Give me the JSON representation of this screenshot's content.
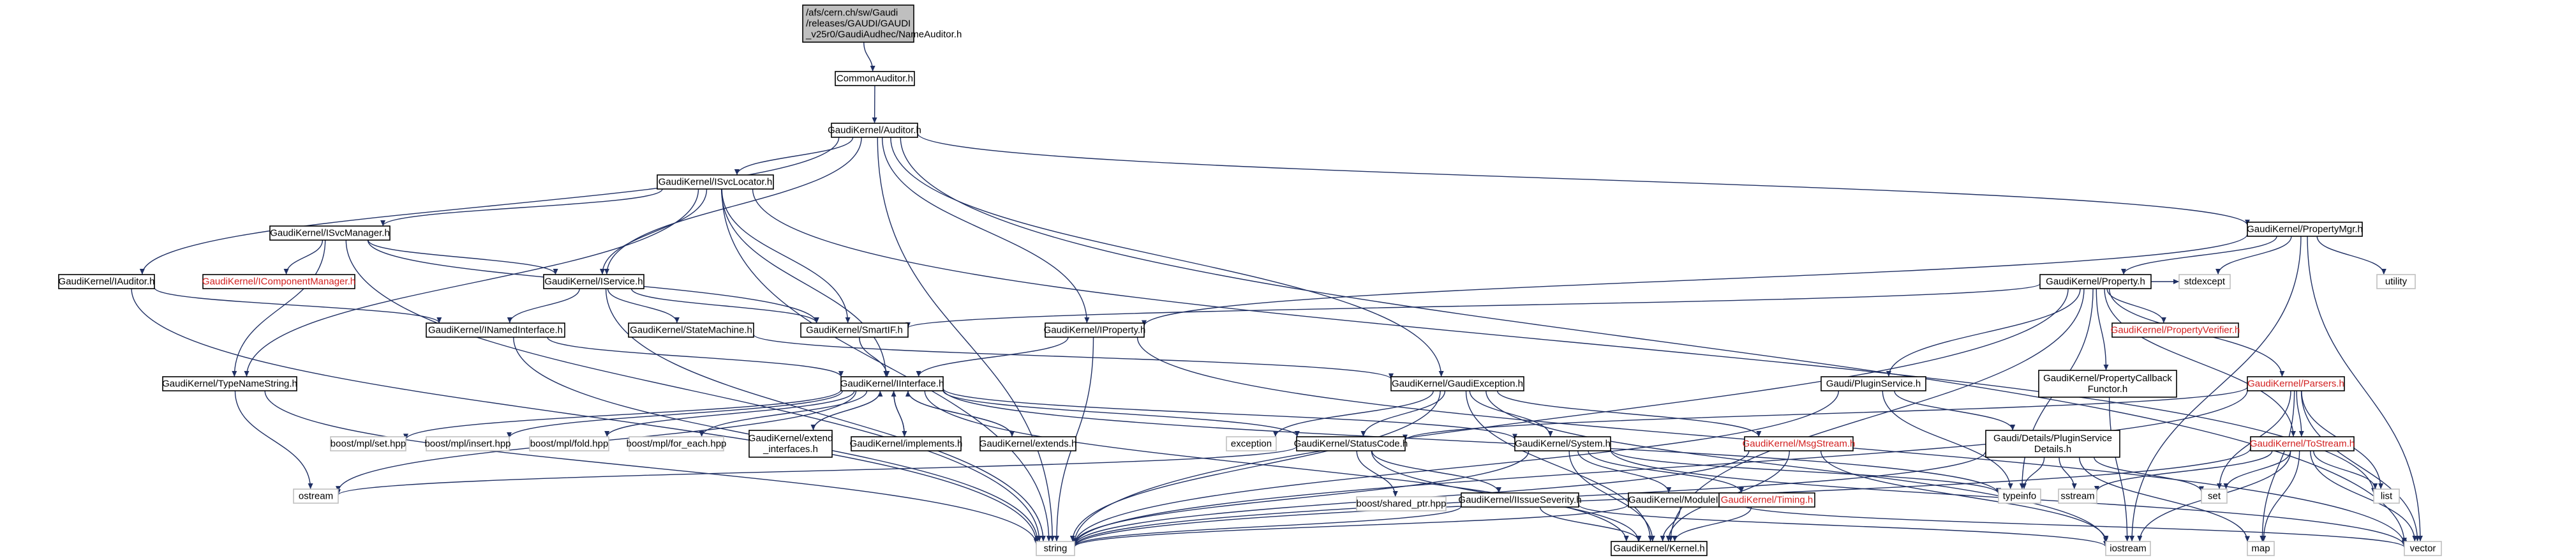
{
  "diagram": {
    "kind": "include dependency graph",
    "nodes": [
      {
        "id": "root",
        "lines": [
          "/afs/cern.ch/sw/Gaudi",
          "/releases/GAUDI/GAUDI",
          "_v25r0/GaudiAudhec/NameAuditor.h"
        ],
        "style": "root"
      },
      {
        "id": "commonauditor",
        "lines": [
          "CommonAuditor.h"
        ],
        "style": "normal"
      },
      {
        "id": "auditor",
        "lines": [
          "GaudiKernel/Auditor.h"
        ],
        "style": "normal"
      },
      {
        "id": "isvclocator",
        "lines": [
          "GaudiKernel/ISvcLocator.h"
        ],
        "style": "normal"
      },
      {
        "id": "propertymgr",
        "lines": [
          "GaudiKernel/PropertyMgr.h"
        ],
        "style": "normal"
      },
      {
        "id": "isvcmanager",
        "lines": [
          "GaudiKernel/ISvcManager.h"
        ],
        "style": "normal"
      },
      {
        "id": "icomponentmanager",
        "lines": [
          "GaudiKernel/IComponentManager.h"
        ],
        "style": "red"
      },
      {
        "id": "iauditor",
        "lines": [
          "GaudiKernel/IAuditor.h"
        ],
        "style": "normal"
      },
      {
        "id": "iservice",
        "lines": [
          "GaudiKernel/IService.h"
        ],
        "style": "normal"
      },
      {
        "id": "inamedinterface",
        "lines": [
          "GaudiKernel/INamedInterface.h"
        ],
        "style": "normal"
      },
      {
        "id": "statemachine",
        "lines": [
          "GaudiKernel/StateMachine.h"
        ],
        "style": "normal"
      },
      {
        "id": "smartif",
        "lines": [
          "GaudiKernel/SmartIF.h"
        ],
        "style": "normal"
      },
      {
        "id": "iproperty",
        "lines": [
          "GaudiKernel/IProperty.h"
        ],
        "style": "normal"
      },
      {
        "id": "property",
        "lines": [
          "GaudiKernel/Property.h"
        ],
        "style": "normal"
      },
      {
        "id": "propertyverifier",
        "lines": [
          "GaudiKernel/PropertyVerifier.h"
        ],
        "style": "red"
      },
      {
        "id": "stdexcept",
        "lines": [
          "stdexcept"
        ],
        "style": "ext"
      },
      {
        "id": "utility",
        "lines": [
          "utility"
        ],
        "style": "ext"
      },
      {
        "id": "typenamestring",
        "lines": [
          "GaudiKernel/TypeNameString.h"
        ],
        "style": "normal"
      },
      {
        "id": "iinterface",
        "lines": [
          "GaudiKernel/IInterface.h"
        ],
        "style": "normal"
      },
      {
        "id": "gaudiexception",
        "lines": [
          "GaudiKernel/GaudiException.h"
        ],
        "style": "normal"
      },
      {
        "id": "pluginservice",
        "lines": [
          "Gaudi/PluginService.h"
        ],
        "style": "normal"
      },
      {
        "id": "propertycallback",
        "lines": [
          "GaudiKernel/PropertyCallback",
          "Functor.h"
        ],
        "style": "normal"
      },
      {
        "id": "parsers",
        "lines": [
          "GaudiKernel/Parsers.h"
        ],
        "style": "red"
      },
      {
        "id": "boostset",
        "lines": [
          "boost/mpl/set.hpp"
        ],
        "style": "ext"
      },
      {
        "id": "boostinsert",
        "lines": [
          "boost/mpl/insert.hpp"
        ],
        "style": "ext"
      },
      {
        "id": "boostfold",
        "lines": [
          "boost/mpl/fold.hpp"
        ],
        "style": "ext"
      },
      {
        "id": "boostforeach",
        "lines": [
          "boost/mpl/for_each.hpp"
        ],
        "style": "ext"
      },
      {
        "id": "extendinterfaces",
        "lines": [
          "GaudiKernel/extend",
          "_interfaces.h"
        ],
        "style": "normal"
      },
      {
        "id": "implements",
        "lines": [
          "GaudiKernel/implements.h"
        ],
        "style": "normal"
      },
      {
        "id": "extends",
        "lines": [
          "GaudiKernel/extends.h"
        ],
        "style": "normal"
      },
      {
        "id": "exception",
        "lines": [
          "exception"
        ],
        "style": "ext"
      },
      {
        "id": "statuscode",
        "lines": [
          "GaudiKernel/StatusCode.h"
        ],
        "style": "normal"
      },
      {
        "id": "system",
        "lines": [
          "GaudiKernel/System.h"
        ],
        "style": "normal"
      },
      {
        "id": "msgstream",
        "lines": [
          "GaudiKernel/MsgStream.h"
        ],
        "style": "red"
      },
      {
        "id": "pluginservicedetails",
        "lines": [
          "Gaudi/Details/PluginService",
          "Details.h"
        ],
        "style": "normal"
      },
      {
        "id": "tostream",
        "lines": [
          "GaudiKernel/ToStream.h"
        ],
        "style": "red"
      },
      {
        "id": "ostream",
        "lines": [
          "ostream"
        ],
        "style": "ext"
      },
      {
        "id": "boostsharedptr",
        "lines": [
          "boost/shared_ptr.hpp"
        ],
        "style": "ext"
      },
      {
        "id": "iissueseverity",
        "lines": [
          "GaudiKernel/IIssueSeverity.h"
        ],
        "style": "normal"
      },
      {
        "id": "moduleinfo",
        "lines": [
          "GaudiKernel/ModuleInfo.h"
        ],
        "style": "normal"
      },
      {
        "id": "timing",
        "lines": [
          "GaudiKernel/Timing.h"
        ],
        "style": "red"
      },
      {
        "id": "typeinfo",
        "lines": [
          "typeinfo"
        ],
        "style": "ext"
      },
      {
        "id": "sstream",
        "lines": [
          "sstream"
        ],
        "style": "ext"
      },
      {
        "id": "set",
        "lines": [
          "set"
        ],
        "style": "ext"
      },
      {
        "id": "list",
        "lines": [
          "list"
        ],
        "style": "ext"
      },
      {
        "id": "string",
        "lines": [
          "string"
        ],
        "style": "ext"
      },
      {
        "id": "kernel",
        "lines": [
          "GaudiKernel/Kernel.h"
        ],
        "style": "normal"
      },
      {
        "id": "iostream",
        "lines": [
          "iostream"
        ],
        "style": "ext"
      },
      {
        "id": "map",
        "lines": [
          "map"
        ],
        "style": "ext"
      },
      {
        "id": "vector",
        "lines": [
          "vector"
        ],
        "style": "ext"
      }
    ],
    "edges": [
      [
        "root",
        "commonauditor"
      ],
      [
        "commonauditor",
        "auditor"
      ],
      [
        "auditor",
        "isvclocator"
      ],
      [
        "auditor",
        "iauditor"
      ],
      [
        "auditor",
        "iservice"
      ],
      [
        "auditor",
        "iproperty"
      ],
      [
        "auditor",
        "propertymgr"
      ],
      [
        "auditor",
        "gaudiexception"
      ],
      [
        "auditor",
        "string"
      ],
      [
        "auditor",
        "vector"
      ],
      [
        "isvclocator",
        "isvcmanager"
      ],
      [
        "isvclocator",
        "iinterface"
      ],
      [
        "isvclocator",
        "smartif"
      ],
      [
        "isvclocator",
        "typenamestring"
      ],
      [
        "isvclocator",
        "string"
      ],
      [
        "isvclocator",
        "iservice"
      ],
      [
        "isvclocator",
        "list"
      ],
      [
        "isvcmanager",
        "icomponentmanager"
      ],
      [
        "isvcmanager",
        "iservice"
      ],
      [
        "isvcmanager",
        "typenamestring"
      ],
      [
        "isvcmanager",
        "smartif"
      ],
      [
        "isvcmanager",
        "string"
      ],
      [
        "iauditor",
        "inamedinterface"
      ],
      [
        "iauditor",
        "string"
      ],
      [
        "iservice",
        "inamedinterface"
      ],
      [
        "iservice",
        "statemachine"
      ],
      [
        "iservice",
        "smartif"
      ],
      [
        "iservice",
        "string"
      ],
      [
        "inamedinterface",
        "iinterface"
      ],
      [
        "inamedinterface",
        "string"
      ],
      [
        "statemachine",
        "gaudiexception"
      ],
      [
        "smartif",
        "iinterface"
      ],
      [
        "iproperty",
        "iinterface"
      ],
      [
        "iproperty",
        "string"
      ],
      [
        "iproperty",
        "vector"
      ],
      [
        "propertymgr",
        "property"
      ],
      [
        "propertymgr",
        "iproperty"
      ],
      [
        "propertymgr",
        "stdexcept"
      ],
      [
        "propertymgr",
        "utility"
      ],
      [
        "propertymgr",
        "vector"
      ],
      [
        "propertymgr",
        "iostream"
      ],
      [
        "property",
        "smartif"
      ],
      [
        "property",
        "propertyverifier"
      ],
      [
        "property",
        "propertycallback"
      ],
      [
        "property",
        "parsers"
      ],
      [
        "property",
        "stdexcept"
      ],
      [
        "property",
        "typeinfo"
      ],
      [
        "property",
        "string"
      ],
      [
        "property",
        "kernel"
      ],
      [
        "property",
        "tostream"
      ],
      [
        "property",
        "pluginservice"
      ],
      [
        "typenamestring",
        "string"
      ],
      [
        "typenamestring",
        "ostream"
      ],
      [
        "iinterface",
        "boostset"
      ],
      [
        "iinterface",
        "boostinsert"
      ],
      [
        "iinterface",
        "boostfold"
      ],
      [
        "iinterface",
        "boostforeach"
      ],
      [
        "iinterface",
        "extendinterfaces"
      ],
      [
        "iinterface",
        "implements"
      ],
      [
        "iinterface",
        "extends"
      ],
      [
        "iinterface",
        "statuscode"
      ],
      [
        "iinterface",
        "system"
      ],
      [
        "iinterface",
        "ostream"
      ],
      [
        "iinterface",
        "kernel"
      ],
      [
        "iinterface",
        "typeinfo"
      ],
      [
        "extendinterfaces",
        "iinterface"
      ],
      [
        "implements",
        "iinterface"
      ],
      [
        "extends",
        "iinterface"
      ],
      [
        "gaudiexception",
        "exception"
      ],
      [
        "gaudiexception",
        "statuscode"
      ],
      [
        "gaudiexception",
        "system"
      ],
      [
        "gaudiexception",
        "msgstream"
      ],
      [
        "gaudiexception",
        "string"
      ],
      [
        "gaudiexception",
        "kernel"
      ],
      [
        "gaudiexception",
        "iostream"
      ],
      [
        "pluginservice",
        "pluginservicedetails"
      ],
      [
        "pluginservice",
        "typeinfo"
      ],
      [
        "pluginservice",
        "string"
      ],
      [
        "propertycallback",
        "iostream"
      ],
      [
        "parsers",
        "tostream"
      ],
      [
        "parsers",
        "statuscode"
      ],
      [
        "parsers",
        "set"
      ],
      [
        "parsers",
        "list"
      ],
      [
        "parsers",
        "vector"
      ],
      [
        "parsers",
        "map"
      ],
      [
        "parsers",
        "string"
      ],
      [
        "statuscode",
        "ostream"
      ],
      [
        "statuscode",
        "boostsharedptr"
      ],
      [
        "statuscode",
        "iissueseverity"
      ],
      [
        "statuscode",
        "kernel"
      ],
      [
        "system",
        "kernel"
      ],
      [
        "system",
        "moduleinfo"
      ],
      [
        "system",
        "timing"
      ],
      [
        "system",
        "typeinfo"
      ],
      [
        "system",
        "string"
      ],
      [
        "system",
        "vector"
      ],
      [
        "msgstream",
        "iostream"
      ],
      [
        "msgstream",
        "string"
      ],
      [
        "msgstream",
        "kernel"
      ],
      [
        "pluginservicedetails",
        "typeinfo"
      ],
      [
        "pluginservicedetails",
        "sstream"
      ],
      [
        "pluginservicedetails",
        "set"
      ],
      [
        "pluginservicedetails",
        "map"
      ],
      [
        "pluginservicedetails",
        "string"
      ],
      [
        "tostream",
        "sstream"
      ],
      [
        "tostream",
        "set"
      ],
      [
        "tostream",
        "list"
      ],
      [
        "tostream",
        "vector"
      ],
      [
        "tostream",
        "map"
      ],
      [
        "tostream",
        "iostream"
      ],
      [
        "tostream",
        "string"
      ],
      [
        "iissueseverity",
        "kernel"
      ],
      [
        "iissueseverity",
        "string"
      ],
      [
        "iissueseverity",
        "iostream"
      ],
      [
        "moduleinfo",
        "kernel"
      ],
      [
        "moduleinfo",
        "string"
      ],
      [
        "moduleinfo",
        "vector"
      ],
      [
        "timing",
        "kernel"
      ]
    ]
  }
}
